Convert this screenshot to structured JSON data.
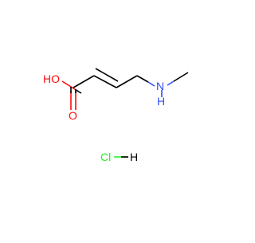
{
  "molecule": {
    "atoms": {
      "hydroxyl": "HO",
      "carbonyl_oxygen": "O",
      "nitrogen": "N",
      "amine_hydrogen": "H",
      "chlorine": "Cl",
      "salt_hydrogen": "H"
    },
    "colors": {
      "bond": "#000000",
      "oxygen": "#ff0d0d",
      "nitrogen": "#3050f8",
      "chlorine": "#1ff01f",
      "hydrogen": "#000000"
    }
  }
}
